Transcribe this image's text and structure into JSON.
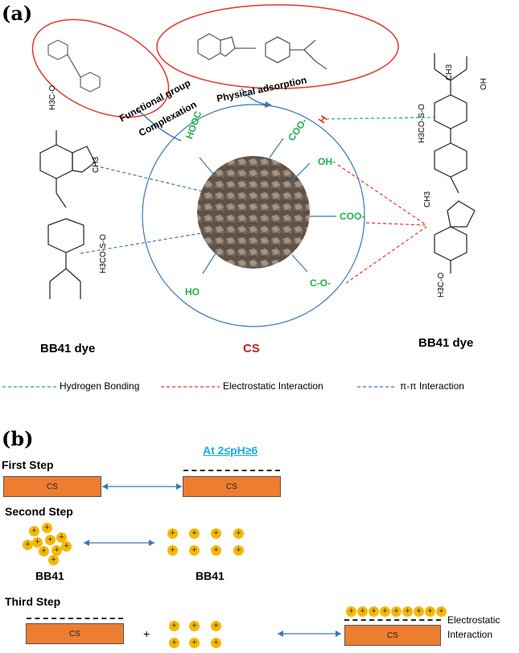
{
  "panel_a_label": "(a)",
  "panel_b_label": "(b)",
  "left_dye_label": "BB41 dye",
  "right_dye_label": "BB41 dye",
  "center_label": "CS",
  "mechanism_labels": {
    "functional_group": "Functional group",
    "complexation": "Complexation",
    "physical_adsorption": "Physical adsorption"
  },
  "functional_groups": [
    "HOOC",
    "COO-",
    "H",
    "OH-",
    "COO-",
    "C-O-",
    "HO"
  ],
  "legend": [
    {
      "label": "Hydrogen Bonding",
      "color": "#22B14C"
    },
    {
      "label": "Electrostatic Interaction",
      "color": "#E8352B"
    },
    {
      "label": "π-π Interaction",
      "color": "#3B76B8"
    }
  ],
  "ph_condition": "At 2≤pH≥6",
  "steps": {
    "first": "First Step",
    "second": "Second Step",
    "third": "Third Step"
  },
  "cs_slab_label": "CS",
  "bb41_left": "BB41",
  "bb41_right": "BB41",
  "plus_sign": "+",
  "ion_symbol": "+",
  "electrostatic_label_line1": "Electrostatic",
  "electrostatic_label_line2": "Interaction",
  "chem_text": {
    "ch3": "CH3",
    "h3co": "H3C-O",
    "so3": "H3CO-S-O",
    "oh": "OH"
  },
  "colors": {
    "accent_red": "#E8352B",
    "accent_green": "#22B14C",
    "accent_blue": "#3B76B8",
    "slab": "#ED7D31",
    "ion": "#F6B800",
    "ph_text": "#1EA7E1"
  }
}
